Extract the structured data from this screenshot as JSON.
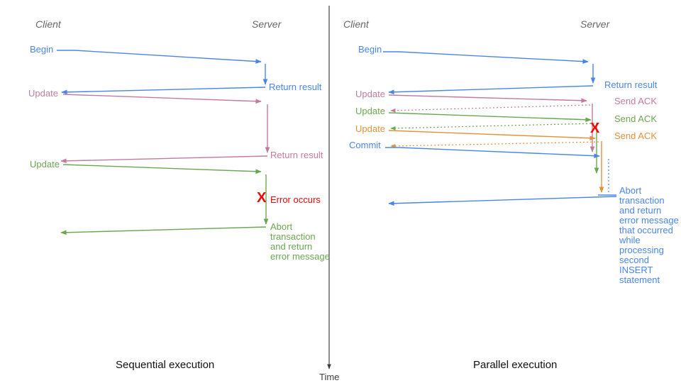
{
  "palette": {
    "blue": "#4a86e8",
    "pink": "#c27ba0",
    "green": "#6aa84f",
    "orange": "#e69138",
    "red": "#ff0000",
    "gray": "#666666",
    "axis": "#3f3f3f",
    "caption": "#111111"
  },
  "axis": {
    "label": "Time"
  },
  "left": {
    "caption": "Sequential execution",
    "client_label": "Client",
    "server_label": "Server",
    "begin": "Begin",
    "return_result_1": "Return result",
    "update_1": "Update",
    "return_result_2": "Return result",
    "update_2": "Update",
    "error_icon": "X",
    "error_label": "Error occurs",
    "abort_lines": [
      "Abort",
      "transaction",
      "and return",
      "error message"
    ]
  },
  "right": {
    "caption": "Parallel execution",
    "client_label": "Client",
    "server_label": "Server",
    "begin": "Begin",
    "return_result": "Return result",
    "update_1": "Update",
    "ack_1": "Send ACK",
    "update_2": "Update",
    "ack_2": "Send ACK",
    "update_3": "Update",
    "ack_3": "Send ACK",
    "commit": "Commit",
    "error_icon": "X",
    "abort_lines": [
      "Abort",
      "transaction",
      "and return",
      "error message",
      "that occurred",
      "while",
      "processing",
      "second",
      "INSERT",
      "statement"
    ]
  }
}
